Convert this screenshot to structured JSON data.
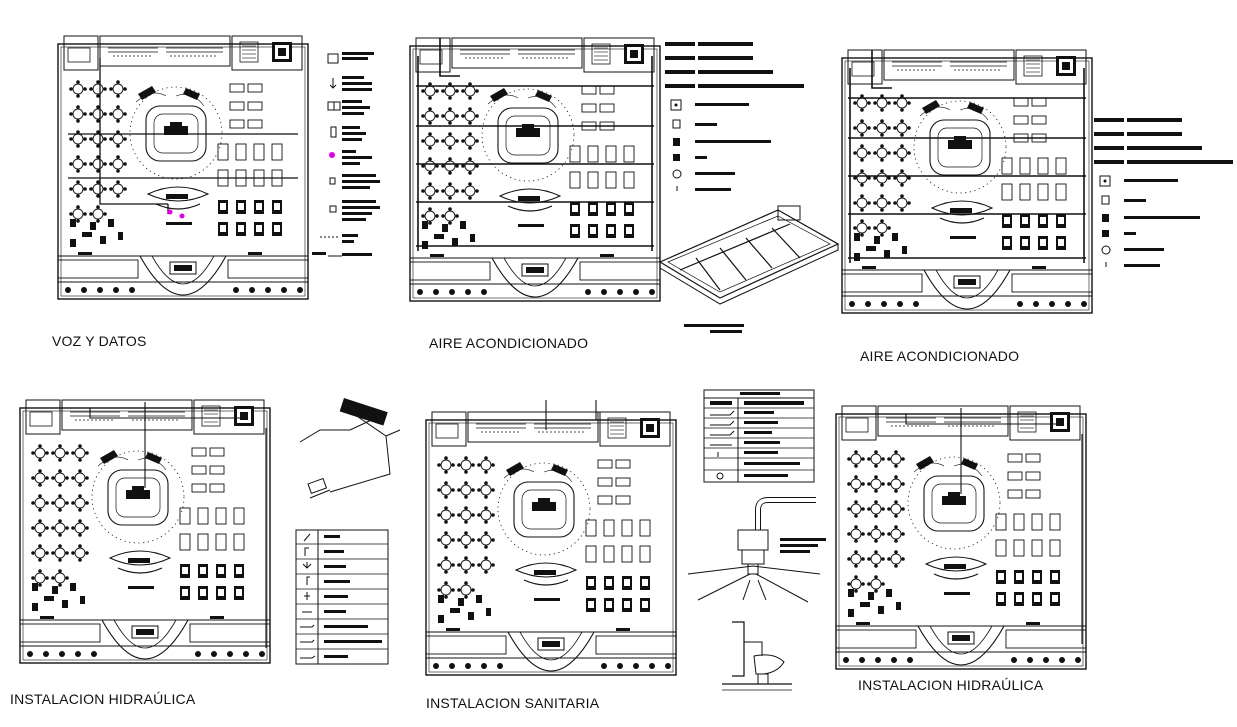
{
  "captions": {
    "voz": "VOZ Y DATOS",
    "aire_1": "AIRE ACONDICIONADO",
    "aire_2": "AIRE ACONDICIONADO",
    "hidraulica_1": "INSTALACION HIDRAÚLICA",
    "sanitaria": "INSTALACION SANITARIA",
    "hidraulica_2": "INSTALACION HIDRAÚLICA"
  },
  "colors": {
    "line": "#111111",
    "accent": "#e100e1",
    "paper": "#ffffff"
  }
}
